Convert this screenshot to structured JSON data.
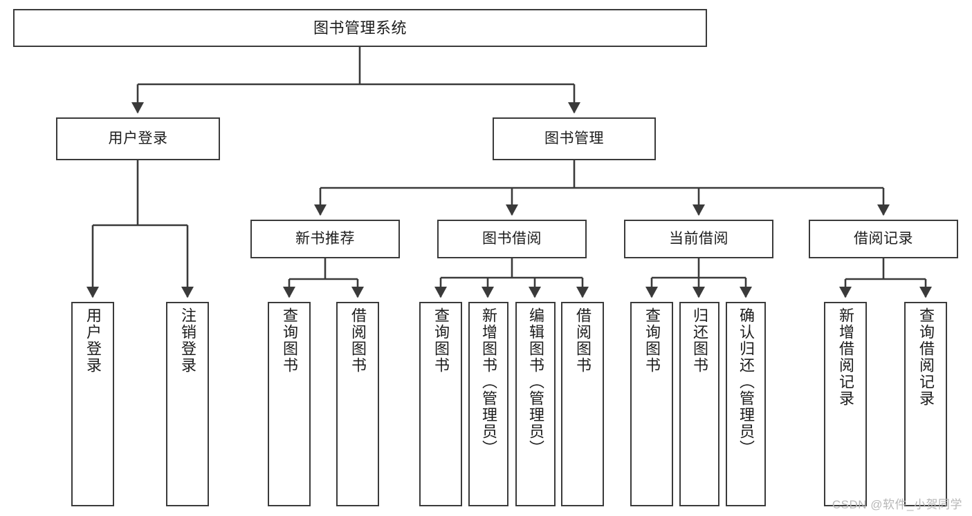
{
  "diagram": {
    "title": "图书管理系统",
    "watermark": "CSDN @软件_小贺同学",
    "colors": {
      "stroke": "#3a3a3a",
      "text": "#1c1c1c",
      "background": "#ffffff",
      "watermark": "#b7b7b7"
    },
    "root": {
      "label": "图书管理系统"
    },
    "level2": [
      {
        "label": "用户登录"
      },
      {
        "label": "图书管理"
      }
    ],
    "level3": [
      {
        "label": "新书推荐"
      },
      {
        "label": "图书借阅"
      },
      {
        "label": "当前借阅"
      },
      {
        "label": "借阅记录"
      }
    ],
    "leaves": {
      "user_login": [
        {
          "label": "用户登录"
        },
        {
          "label": "注销登录"
        }
      ],
      "new_book_recommend": [
        {
          "label": "查询图书"
        },
        {
          "label": "借阅图书"
        }
      ],
      "book_borrow": [
        {
          "label": "查询图书"
        },
        {
          "label": "新增图书（管理员）"
        },
        {
          "label": "编辑图书（管理员）"
        },
        {
          "label": "借阅图书"
        }
      ],
      "current_borrow": [
        {
          "label": "查询图书"
        },
        {
          "label": "归还图书"
        },
        {
          "label": "确认归还（管理员）"
        }
      ],
      "borrow_record": [
        {
          "label": "新增借阅记录"
        },
        {
          "label": "查询借阅记录"
        }
      ]
    }
  }
}
